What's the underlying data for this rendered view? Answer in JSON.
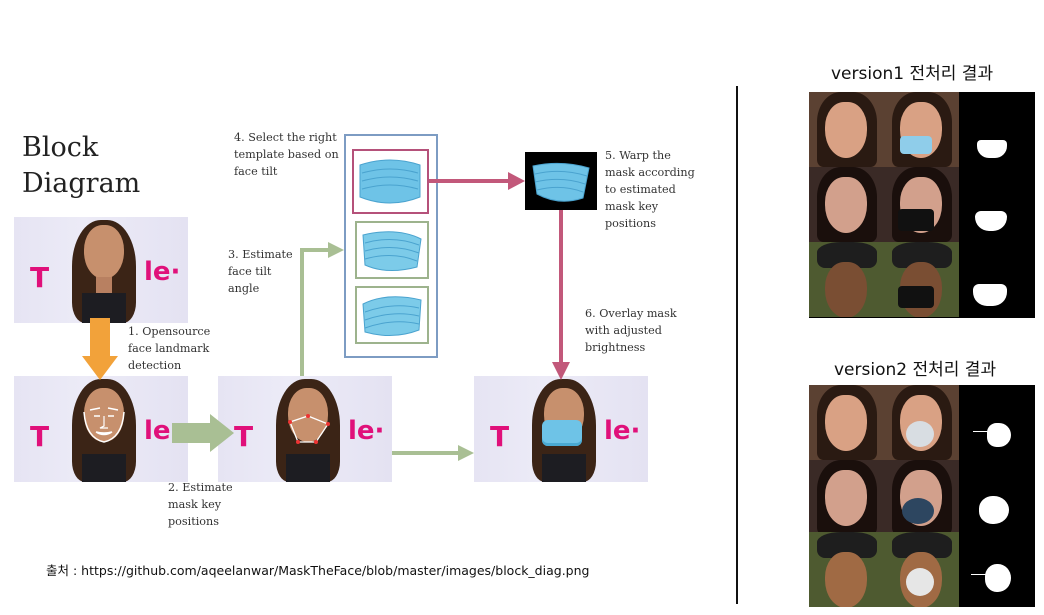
{
  "diagram": {
    "title": "Block\nDiagram",
    "steps": {
      "s1": "1. Opensource\nface landmark\ndetection",
      "s2": "2. Estimate\nmask key\npositions",
      "s3": "3. Estimate\nface tilt\nangle",
      "s4": "4. Select the right\ntemplate based on\nface tilt",
      "s5": "5. Warp the\nmask according\nto estimated\nmask key\npositions",
      "s6": "6. Overlay mask\nwith adjusted\nbrightness"
    },
    "logo_text": "T",
    "logo_tail": "le·"
  },
  "source": "출처 : https://github.com/aqeelanwar/MaskTheFace/blob/master/images/block_diag.png",
  "results": {
    "v1_title": "version1 전처리 결과",
    "v2_title": "version2 전처리 결과"
  },
  "colors": {
    "orange_arrow": "#f2a23a",
    "green_arrow": "#a9bf94",
    "red_arrow": "#c2587a",
    "blue_box": "#7d9cc3",
    "red_box": "#b5517a",
    "green_box": "#9db38d",
    "mask_blue": "#6ec3e7"
  },
  "icons": [
    "face-photo",
    "surgical-mask-icon",
    "arrow-right-icon",
    "arrow-down-icon",
    "arrow-up-icon"
  ]
}
